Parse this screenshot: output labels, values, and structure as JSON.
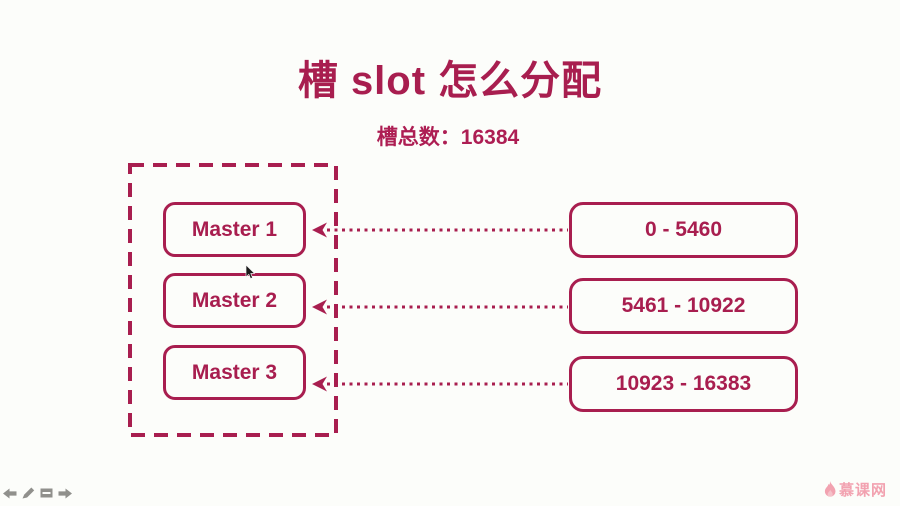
{
  "slide": {
    "title": "槽 slot 怎么分配",
    "subtitle": "槽总数：16384"
  },
  "diagram": {
    "cluster": {
      "masters": [
        {
          "label": "Master 1"
        },
        {
          "label": "Master 2"
        },
        {
          "label": "Master 3"
        }
      ]
    },
    "slot_ranges": [
      {
        "label": "0 - 5460",
        "assigned_to": "Master 1"
      },
      {
        "label": "5461 - 10922",
        "assigned_to": "Master 2"
      },
      {
        "label": "10923 - 16383",
        "assigned_to": "Master 3"
      }
    ]
  },
  "colors": {
    "accent": "#a81e4f",
    "background": "#fcfdfa",
    "watermark_pink": "#f2a2b0",
    "control_gray": "#90908c"
  },
  "presenter_controls": {
    "icons": [
      "previous-slide-arrow",
      "pen-tool",
      "slide-menu",
      "next-slide-arrow"
    ]
  },
  "watermark": {
    "text": "慕课网",
    "icon": "imooc-flame"
  }
}
